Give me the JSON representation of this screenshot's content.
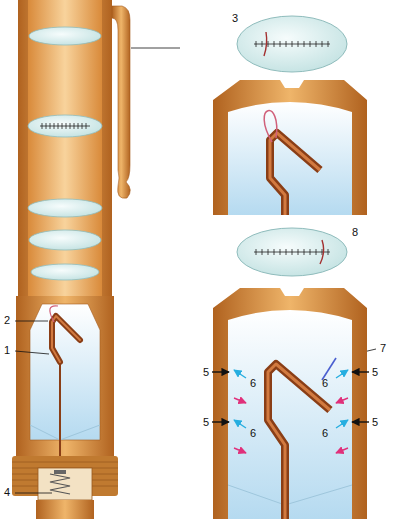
{
  "diagram": {
    "labels": [
      "3",
      "8",
      "2",
      "7",
      "1",
      "5",
      "6",
      "6",
      "5",
      "5",
      "6",
      "6",
      "5",
      "4"
    ]
  }
}
